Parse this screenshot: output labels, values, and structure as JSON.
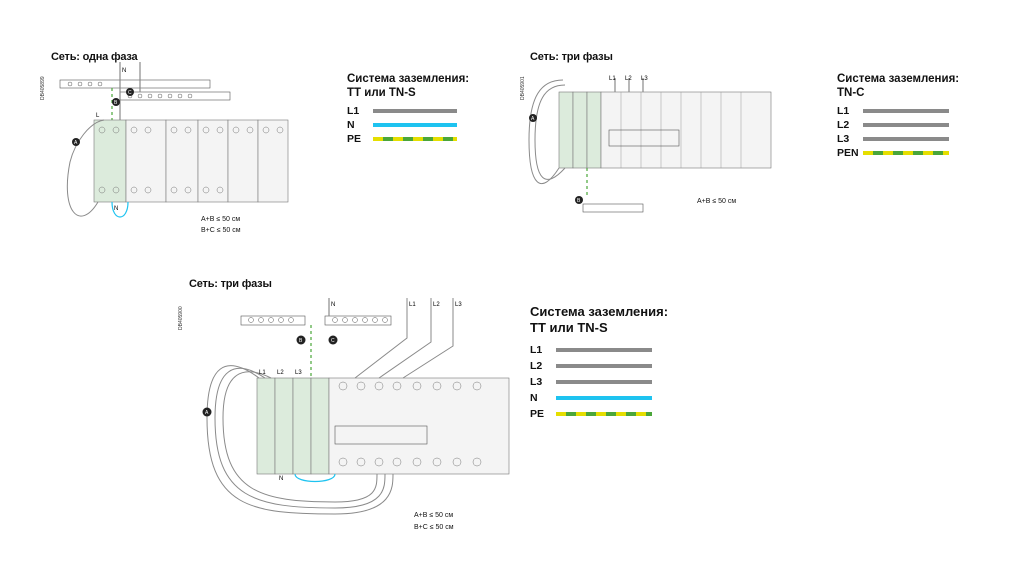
{
  "diagram1": {
    "title": "Сеть: одна фаза",
    "code": "DB405899",
    "labels": {
      "N": "N",
      "L": "L",
      "B": "B",
      "C": "C",
      "A": "A",
      "N_bottom": "N"
    },
    "notes": [
      "A+B ≤ 50 см",
      "B+C ≤ 50 см"
    ]
  },
  "legend1": {
    "title_line1": "Система заземления:",
    "title_line2": "TT или TN-S",
    "rows": [
      {
        "label": "L1",
        "style": "gray"
      },
      {
        "label": "N",
        "style": "blue"
      },
      {
        "label": "PE",
        "style": "pe"
      }
    ]
  },
  "diagram2": {
    "title": "Сеть: три фазы",
    "code": "DB405901",
    "labels": {
      "L1": "L1",
      "L2": "L2",
      "L3": "L3",
      "A": "A",
      "B": "B"
    },
    "notes": [
      "A+B ≤ 50 см"
    ]
  },
  "legend2": {
    "title_line1": "Система заземления:",
    "title_line2": "TN-C",
    "rows": [
      {
        "label": "L1",
        "style": "gray"
      },
      {
        "label": "L2",
        "style": "gray"
      },
      {
        "label": "L3",
        "style": "gray"
      },
      {
        "label": "PEN",
        "style": "pe"
      }
    ]
  },
  "diagram3": {
    "title": "Сеть: три фазы",
    "code": "DB405900",
    "labels": {
      "N": "N",
      "L1": "L1",
      "L2": "L2",
      "L3": "L3",
      "A": "A",
      "B": "B",
      "C": "C",
      "N_bottom": "N"
    },
    "notes": [
      "A+B ≤ 50 см",
      "B+C ≤ 50 см"
    ]
  },
  "legend3": {
    "title_line1": "Система заземления:",
    "title_line2": "TT или TN-S",
    "rows": [
      {
        "label": "L1",
        "style": "gray"
      },
      {
        "label": "L2",
        "style": "gray"
      },
      {
        "label": "L3",
        "style": "gray"
      },
      {
        "label": "N",
        "style": "blue"
      },
      {
        "label": "PE",
        "style": "pe"
      }
    ]
  },
  "colors": {
    "phase": "#8a8a8a",
    "neutral": "#1ec3f0",
    "pe_yellow": "#e5de00",
    "pe_green": "#4aa63a",
    "module": "#dcebdc"
  }
}
